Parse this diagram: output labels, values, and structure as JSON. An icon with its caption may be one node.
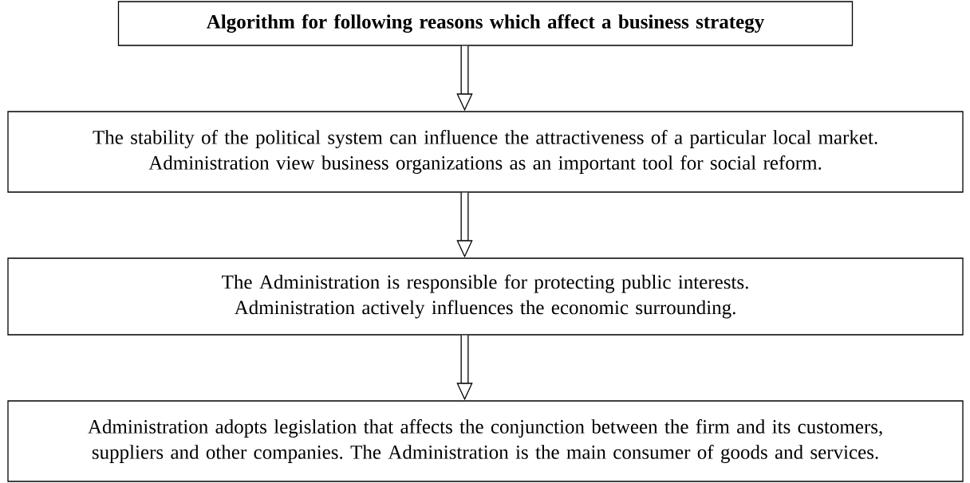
{
  "diagram": {
    "nodes": [
      {
        "text": [
          "Algorithm for following reasons which affect a business strategy"
        ]
      },
      {
        "text": [
          "The stability of the political system can influence the attractiveness of a particular local market.",
          "Administration view business organizations as an important tool for social reform."
        ]
      },
      {
        "text": [
          "The Administration is responsible for protecting public interests. Administration actively influences the economic surrounding."
        ]
      },
      {
        "text": [
          "Administration adopts legislation that affects the conjunction between the firm and its customers, suppliers and other companies. The Administration is the main consumer of goods and services."
        ]
      }
    ],
    "edges": [
      {
        "from": 0,
        "to": 1,
        "arrow": "to"
      },
      {
        "from": 1,
        "to": 2,
        "arrow": "to"
      },
      {
        "from": 2,
        "to": 3,
        "arrow": "to"
      }
    ]
  }
}
